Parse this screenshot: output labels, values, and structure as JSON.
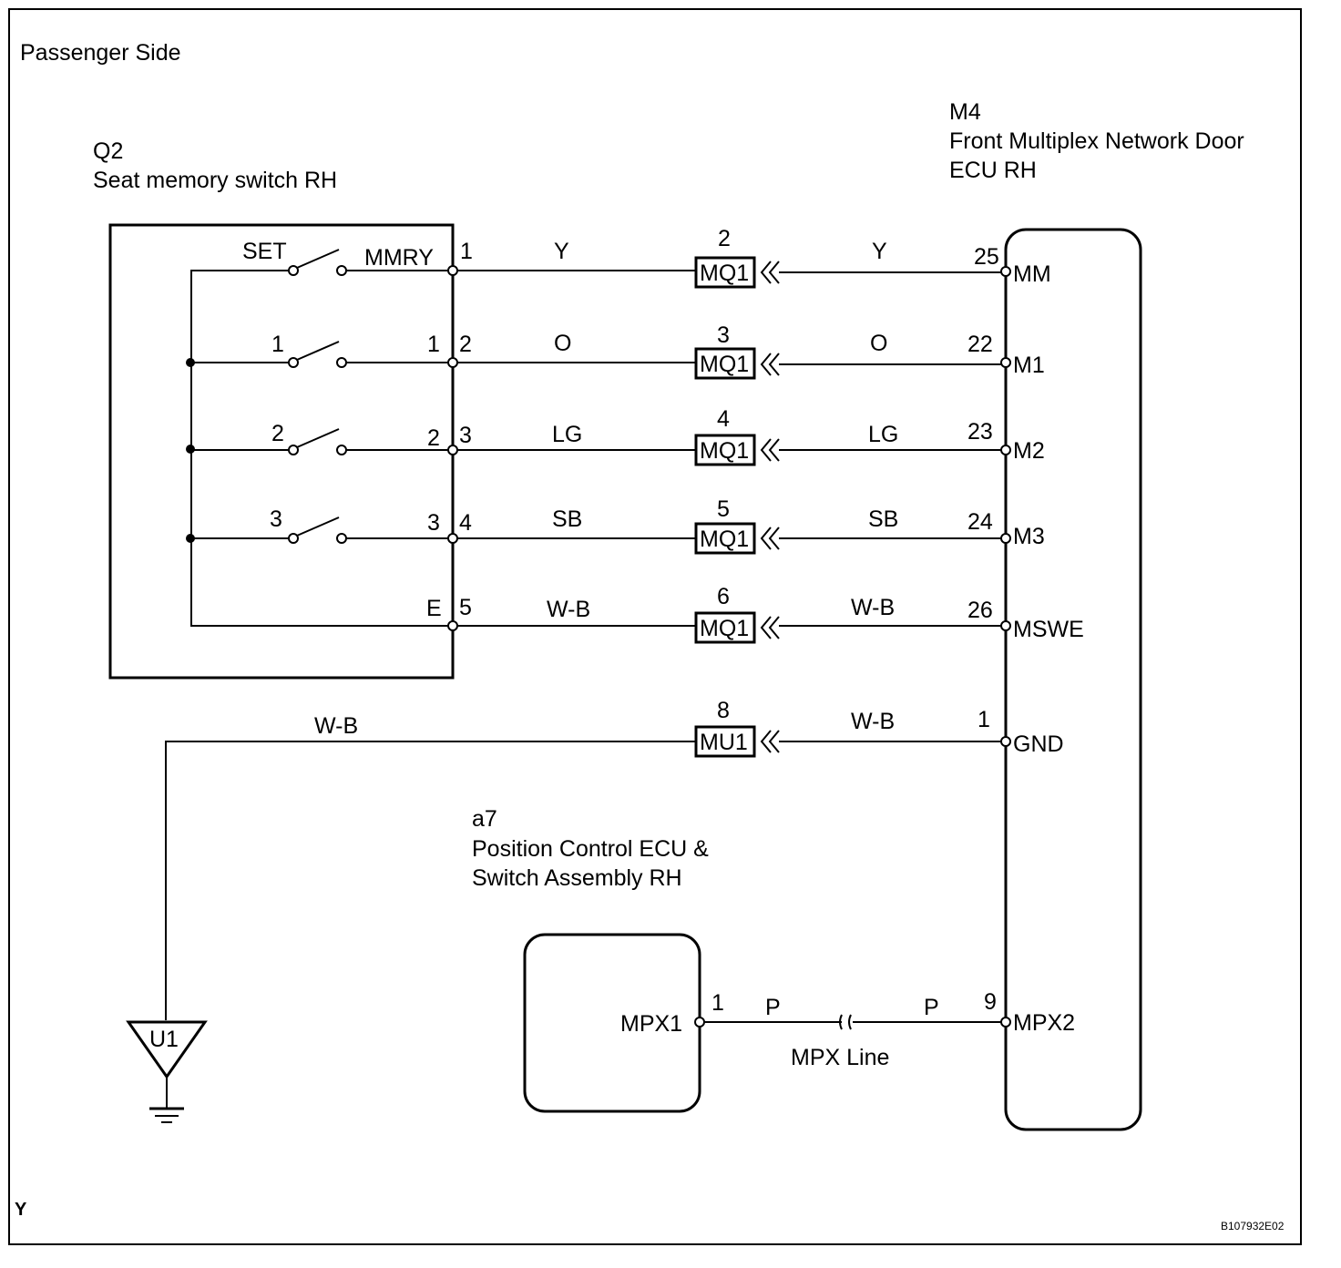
{
  "diagram": {
    "side_label": "Passenger Side",
    "footer_code": "Y",
    "figure_id": "B107932E02",
    "switch_unit": {
      "code": "Q2",
      "name": "Seat memory switch RH",
      "switches": [
        "SET",
        "1",
        "2",
        "3"
      ],
      "internal_terminals": [
        "MMRY",
        "1",
        "2",
        "3",
        "E"
      ],
      "pins": [
        "1",
        "2",
        "3",
        "4",
        "5"
      ]
    },
    "door_ecu": {
      "code": "M4",
      "name_line1": "Front Multiplex Network Door",
      "name_line2": "ECU RH"
    },
    "position_ecu": {
      "code": "a7",
      "name_line1": "Position Control ECU &",
      "name_line2": "Switch Assembly RH",
      "terminal": "MPX1",
      "pin": "1"
    },
    "circuits": [
      {
        "left_wire": "Y",
        "conn_pin": "2",
        "connector": "MQ1",
        "right_wire": "Y",
        "ecu_pin": "25",
        "ecu_terminal": "MM"
      },
      {
        "left_wire": "O",
        "conn_pin": "3",
        "connector": "MQ1",
        "right_wire": "O",
        "ecu_pin": "22",
        "ecu_terminal": "M1"
      },
      {
        "left_wire": "LG",
        "conn_pin": "4",
        "connector": "MQ1",
        "right_wire": "LG",
        "ecu_pin": "23",
        "ecu_terminal": "M2"
      },
      {
        "left_wire": "SB",
        "conn_pin": "5",
        "connector": "MQ1",
        "right_wire": "SB",
        "ecu_pin": "24",
        "ecu_terminal": "M3"
      },
      {
        "left_wire": "W-B",
        "conn_pin": "6",
        "connector": "MQ1",
        "right_wire": "W-B",
        "ecu_pin": "26",
        "ecu_terminal": "MSWE"
      },
      {
        "left_wire": "W-B",
        "conn_pin": "8",
        "connector": "MU1",
        "right_wire": "W-B",
        "ecu_pin": "1",
        "ecu_terminal": "GND"
      }
    ],
    "ground": {
      "label": "U1"
    },
    "mpx": {
      "left_wire": "P",
      "right_wire": "P",
      "ecu_pin": "9",
      "ecu_terminal": "MPX2",
      "line_label": "MPX Line"
    }
  }
}
